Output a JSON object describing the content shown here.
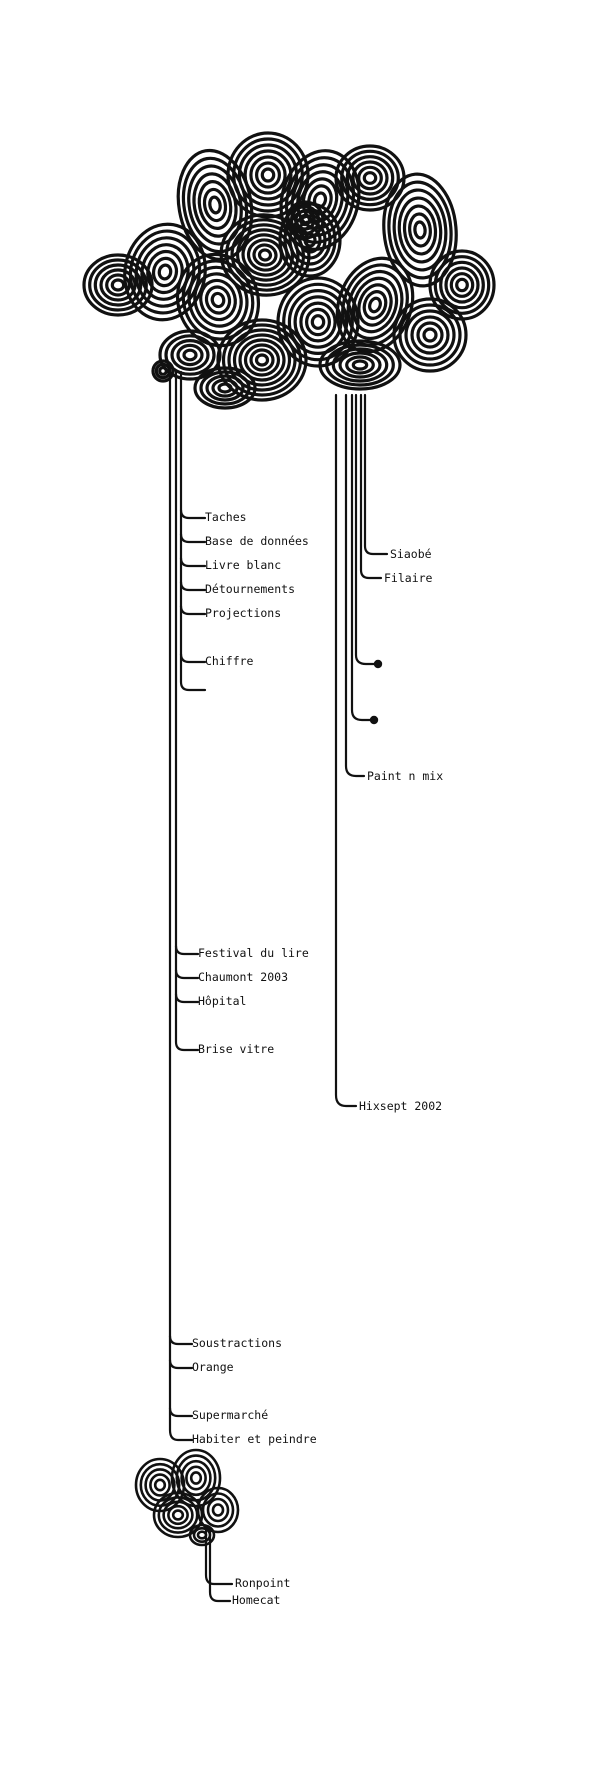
{
  "colors": {
    "ink": "#111111",
    "background": "#ffffff"
  },
  "links": {
    "taches": "Taches",
    "base_de_donnees": "Base de données",
    "livre_blanc": "Livre blanc",
    "detournements": "Détournements",
    "projections": "Projections",
    "chiffre": "Chiffre",
    "siaobe": "Siaobé",
    "filaire": "Filaire",
    "paint_n_mix": "Paint n mix",
    "festival_du_lire": "Festival du lire",
    "chaumont_2003": "Chaumont 2003",
    "hopital": "Hôpital",
    "brise_vitre": "Brise vitre",
    "hixsept_2002": "Hixsept 2002",
    "soustractions": "Soustractions",
    "orange": "Orange",
    "supermarche": "Supermarché",
    "habiter_et_peindre": "Habiter et peindre",
    "ronpoint": "Ronpoint",
    "homecat": "Homecat"
  },
  "illustration": {
    "top_cloud": "swirl-cloud-illustration",
    "bottom_knot": "swirl-knot-illustration"
  }
}
